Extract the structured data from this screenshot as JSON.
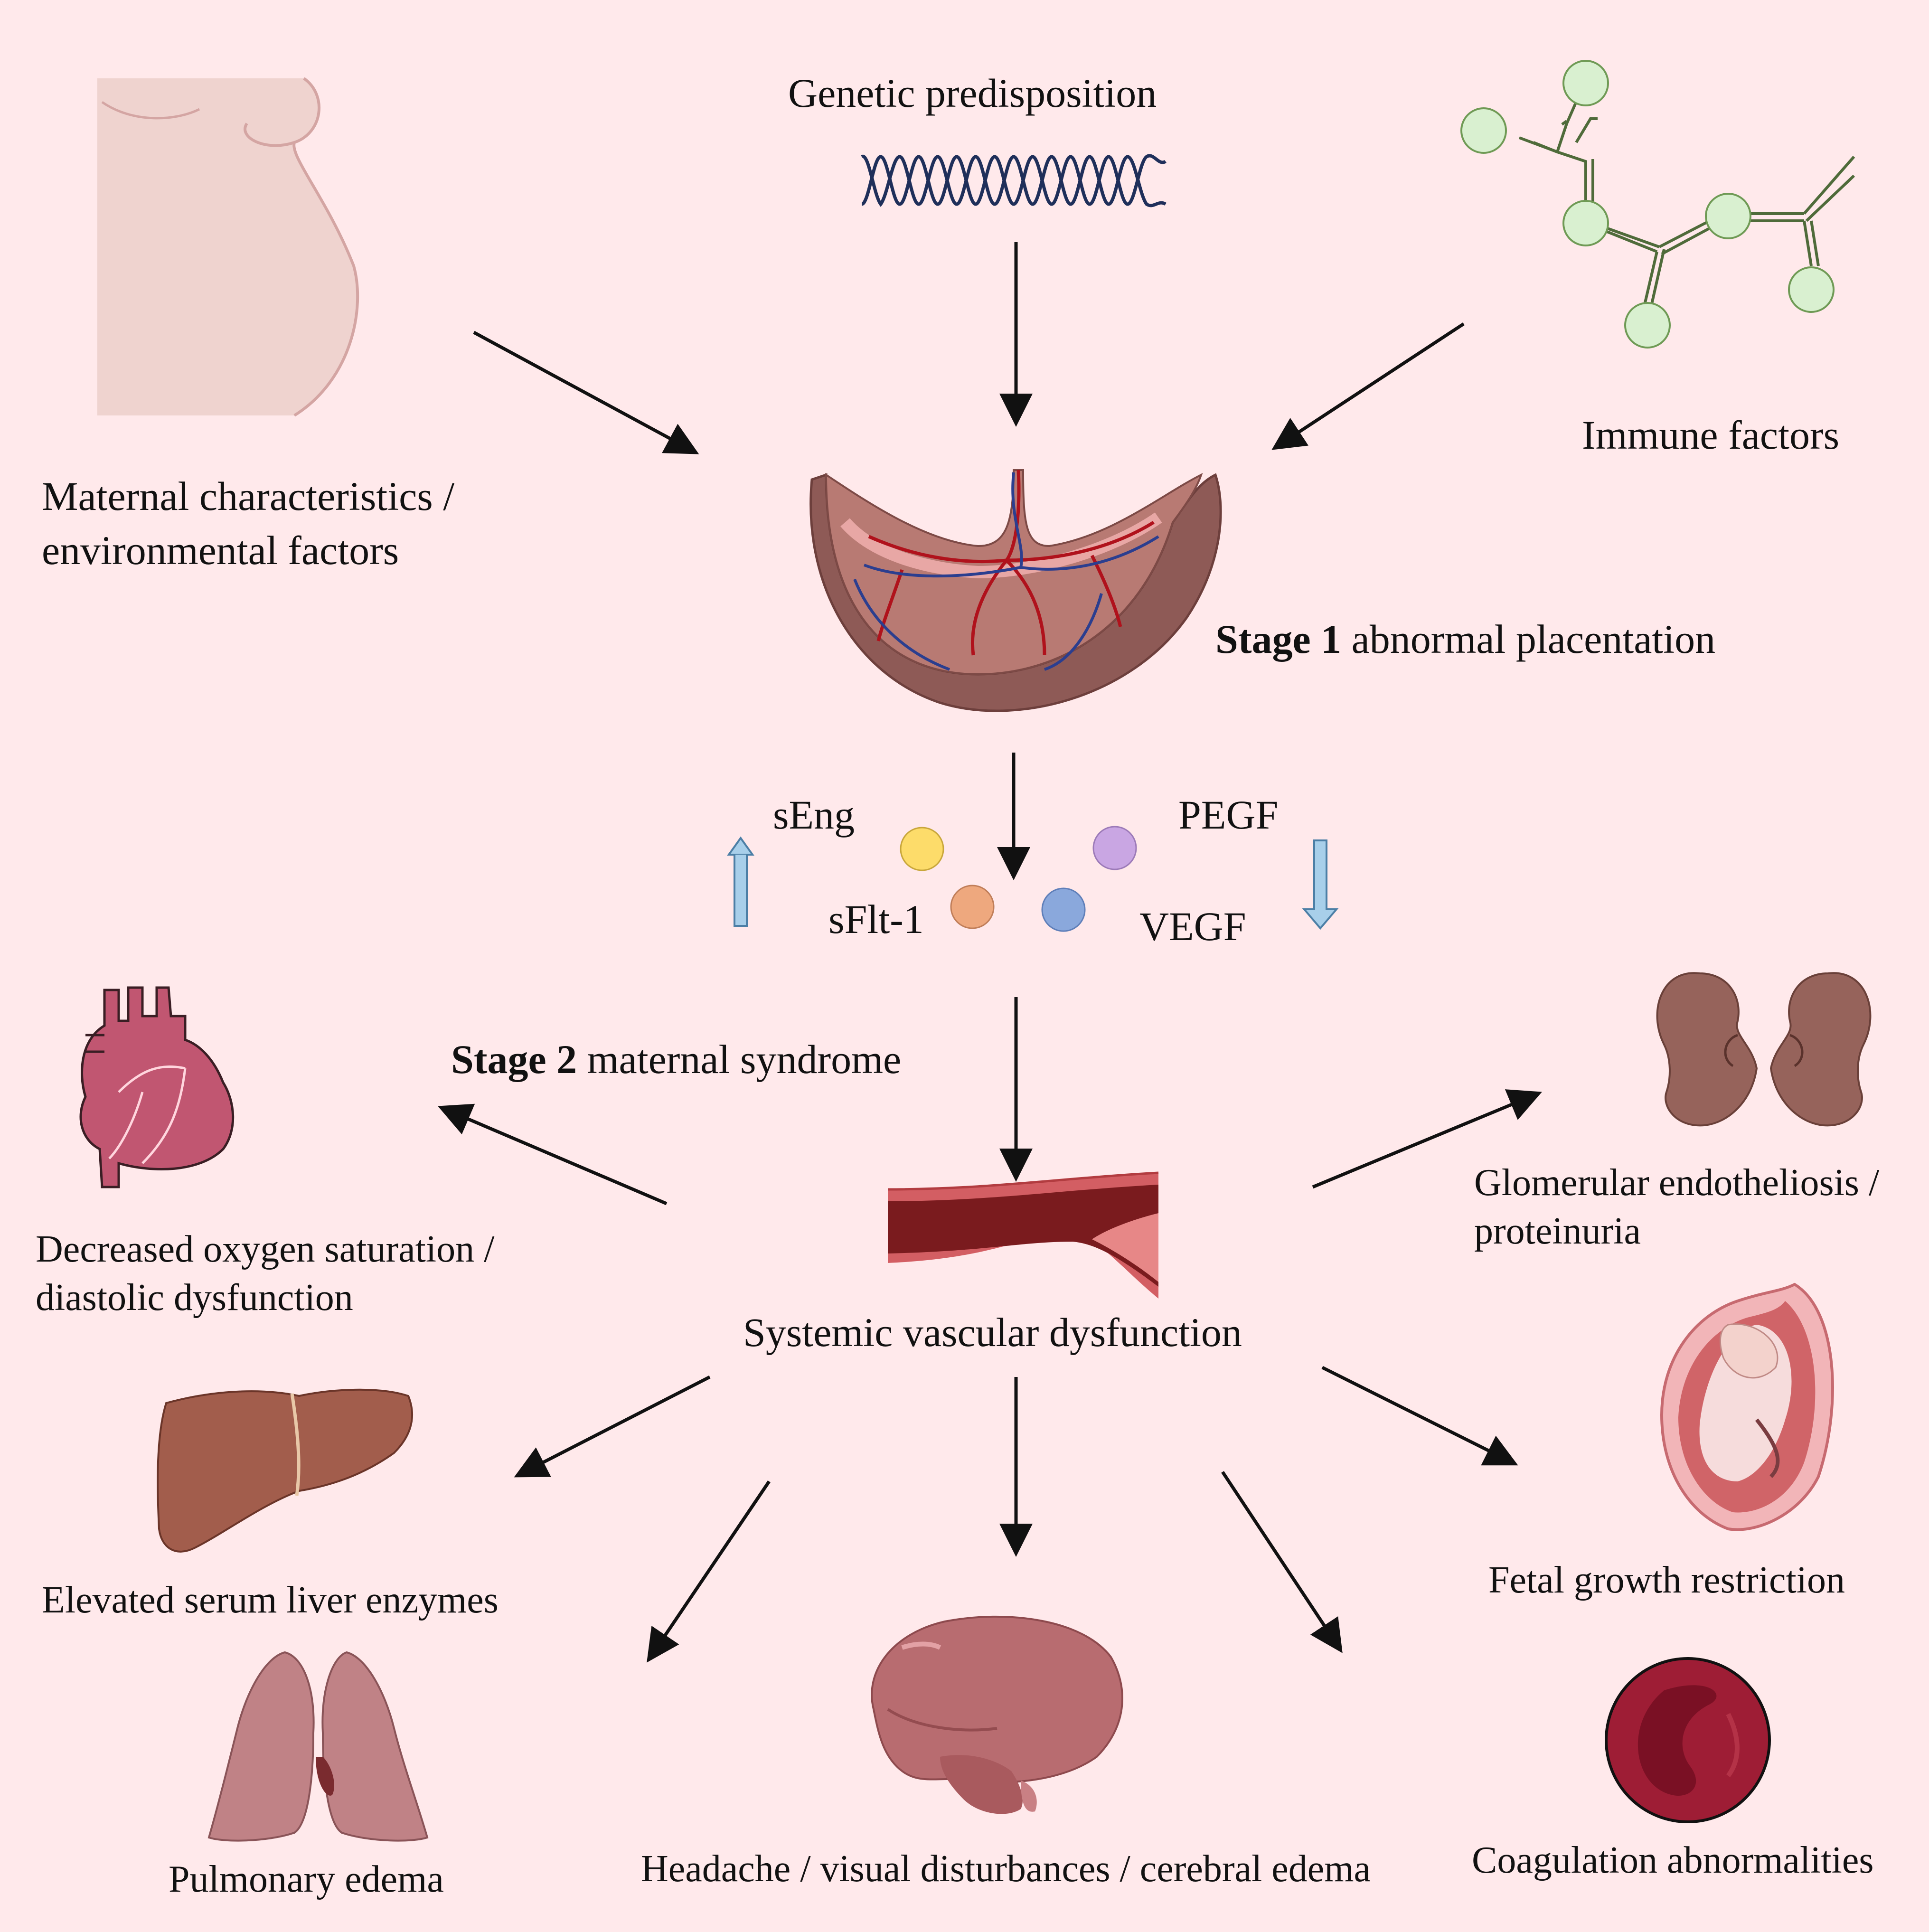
{
  "labels": {
    "maternal_line1": "Maternal characteristics /",
    "maternal_line2": "environmental factors",
    "genetic": "Genetic predisposition",
    "immune": "Immune factors",
    "stage1_bold": "Stage 1",
    "stage1_rest": " abnormal placentation",
    "seng": "sEng",
    "sflt": "sFlt-1",
    "pegf": "PEGF",
    "vegf": "VEGF",
    "stage2_bold": "Stage 2",
    "stage2_rest": " maternal syndrome",
    "systemic": "Systemic vascular dysfunction",
    "heart_line1": "Decreased oxygen saturation /",
    "heart_line2": "diastolic dysfunction",
    "kidney_line1": "Glomerular endotheliosis /",
    "kidney_line2": "proteinuria",
    "liver": "Elevated serum liver enzymes",
    "fetal": "Fetal growth restriction",
    "lung": "Pulmonary edema",
    "brain": "Headache / visual disturbances / cerebral edema",
    "coag": "Coagulation abnormalities"
  },
  "icons": [
    "pregnant-belly-icon",
    "dna-icon",
    "antibody-icon",
    "placenta-icon",
    "blood-vessel-icon",
    "heart-icon",
    "kidney-icon",
    "liver-icon",
    "fetus-icon",
    "lungs-icon",
    "brain-icon",
    "red-blood-cell-icon"
  ],
  "colors": {
    "background": "#ffe9eb",
    "arrow": "#111111",
    "seng_marker": "#fddc6a",
    "sflt_marker": "#eea87e",
    "pegf_marker": "#c9a6e3",
    "vegf_marker": "#8aa8dc",
    "up_down_arrow": "#a8cfea"
  }
}
